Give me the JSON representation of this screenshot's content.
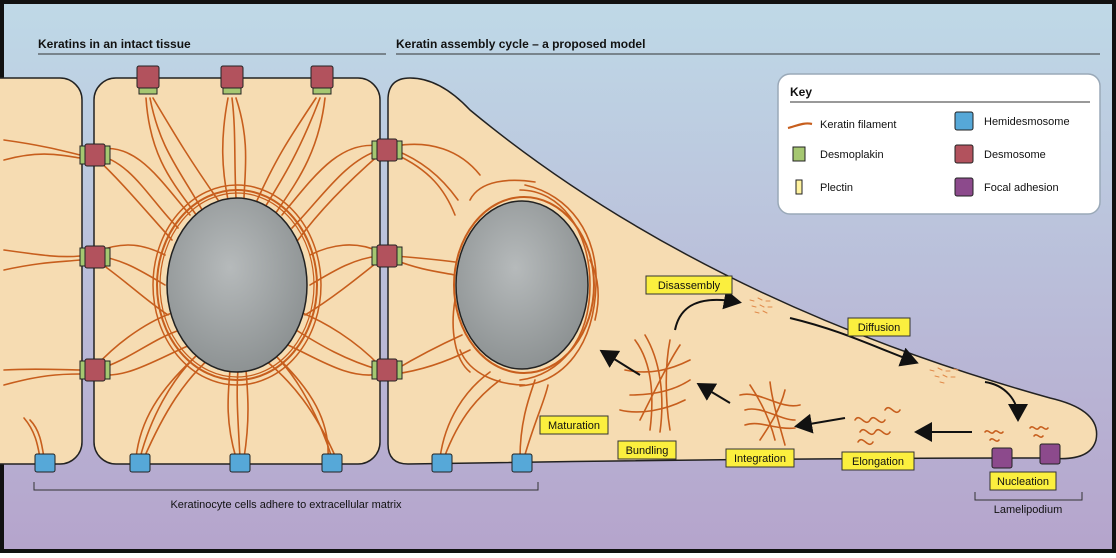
{
  "titles": {
    "left": "Keratins in an intact tissue",
    "right": "Keratin assembly cycle – a proposed model"
  },
  "key": {
    "title": "Key",
    "items": {
      "keratin_filament": "Keratin filament",
      "desmoplakin": "Desmoplakin",
      "plectin": "Plectin",
      "hemidesmosome": "Hemidesmosome",
      "desmosome": "Desmosome",
      "focal_adhesion": "Focal adhesion"
    }
  },
  "stages": {
    "disassembly": "Disassembly",
    "diffusion": "Diffusion",
    "maturation": "Maturation",
    "bundling": "Bundling",
    "integration": "Integration",
    "elongation": "Elongation",
    "nucleation": "Nucleation"
  },
  "captions": {
    "matrix": "Keratinocyte cells adhere to extracellular matrix",
    "lamelipodium": "Lamelipodium"
  },
  "colors": {
    "keratin": "#c75e1d",
    "cell_fill": "#f6dcb2",
    "nucleus": "#9ea3a4",
    "desmosome": "#b2525d",
    "desmoplakin": "#a5c771",
    "hemidesmosome": "#56a8d8",
    "focal_adhesion": "#8c4a8c",
    "label_box": "#fbef3e"
  }
}
